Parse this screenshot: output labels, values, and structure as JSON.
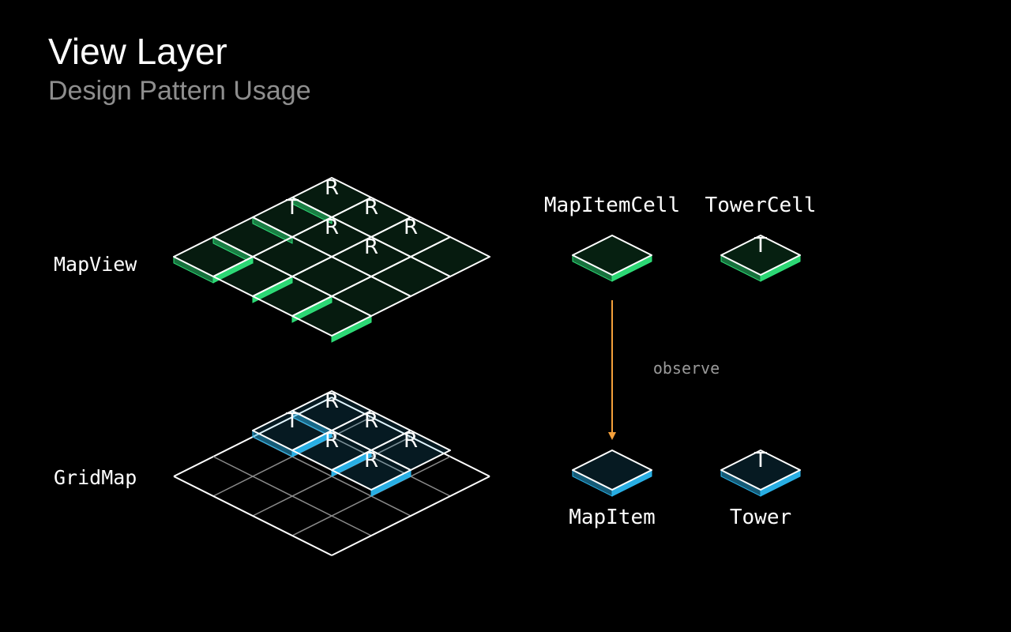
{
  "header": {
    "title": "View Layer",
    "subtitle": "Design Pattern Usage"
  },
  "labels": {
    "mapview": "MapView",
    "gridmap": "GridMap",
    "mapitemcell": "MapItemCell",
    "towercell": "TowerCell",
    "mapitem": "MapItem",
    "tower": "Tower",
    "observe": "observe"
  },
  "grid": {
    "size": 4,
    "cells": [
      {
        "row": 0,
        "col": 0,
        "letter": "R"
      },
      {
        "row": 0,
        "col": 1,
        "letter": "R"
      },
      {
        "row": 0,
        "col": 2,
        "letter": "R"
      },
      {
        "row": 1,
        "col": 0,
        "letter": "T"
      },
      {
        "row": 1,
        "col": 1,
        "letter": "R"
      },
      {
        "row": 1,
        "col": 2,
        "letter": "R"
      }
    ]
  },
  "icons": {
    "mapitemcell": "",
    "towercell": "T",
    "mapitem": "",
    "tower": "T"
  },
  "colors": {
    "background": "#000000",
    "title": "#ffffff",
    "subtitle": "#8e8e8e",
    "view_green": "#2ee27a",
    "model_blue": "#2ab6ee",
    "arrow": "#f5a03a",
    "observe_text": "#9a9a9a"
  }
}
